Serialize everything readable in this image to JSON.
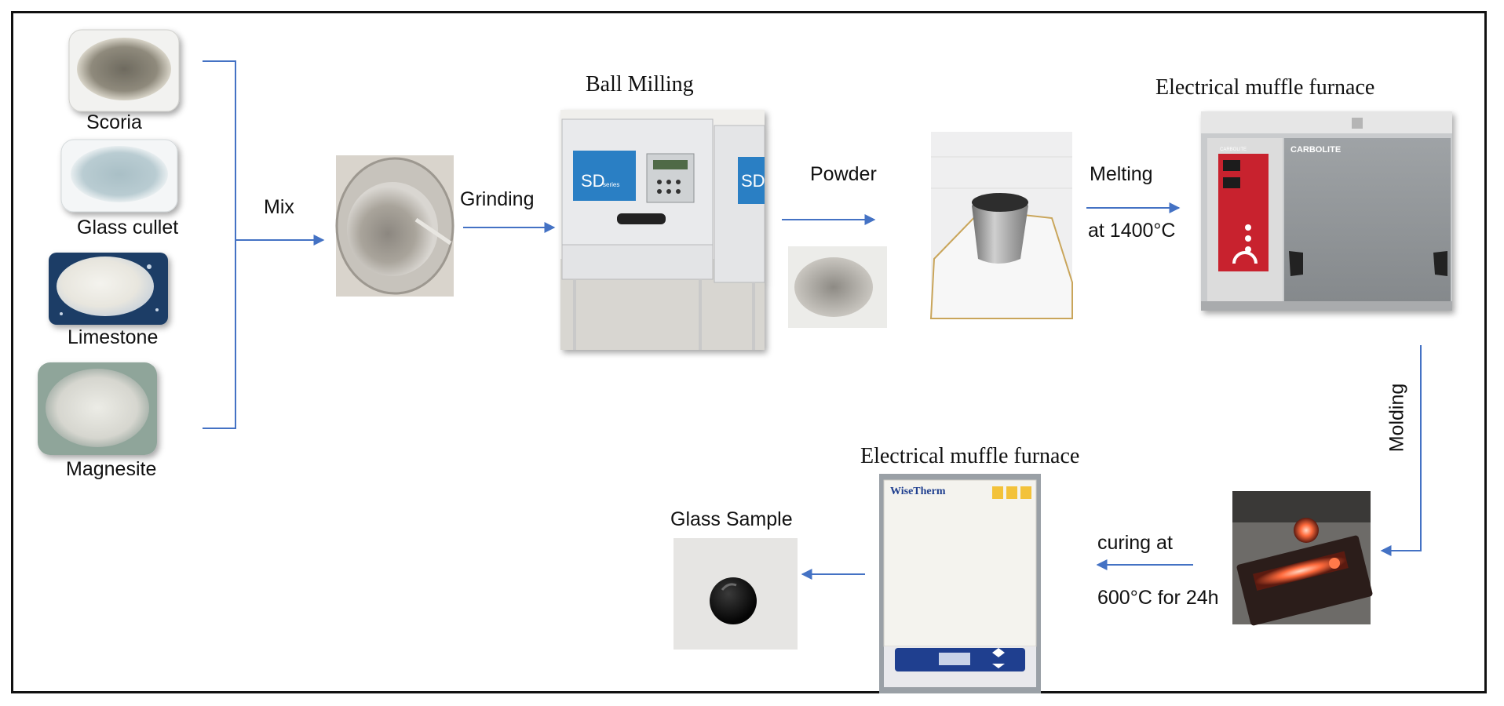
{
  "materials": [
    {
      "label": "Scoria"
    },
    {
      "label": "Glass cullet"
    },
    {
      "label": "Limestone"
    },
    {
      "label": "Magnesite"
    }
  ],
  "steps": {
    "mix": "Mix",
    "grinding": "Grinding",
    "ball_milling_title": "Ball Milling",
    "powder": "Powder",
    "melting": "Melting",
    "melting_temp": "at 1400°C",
    "furnace1_title": "Electrical muffle furnace",
    "molding": "Molding",
    "curing_line1": "curing at",
    "curing_line2": "600°C for 24h",
    "furnace2_title": "Electrical muffle furnace",
    "glass_sample": "Glass Sample"
  },
  "device_text": {
    "ball_mill_badge": "SD",
    "ball_mill_badge_sub": "series",
    "ball_mill_badge2": "SD",
    "carbolite_brand": "CARBOLITE",
    "carbolite_brand_small": "CARBOLITE",
    "wisetherm_brand": "WiseTherm"
  },
  "colors": {
    "arrow": "#4472c4",
    "frame": "#111111",
    "furnace_red": "#c8202f",
    "mill_blue": "#2a7fc4"
  }
}
